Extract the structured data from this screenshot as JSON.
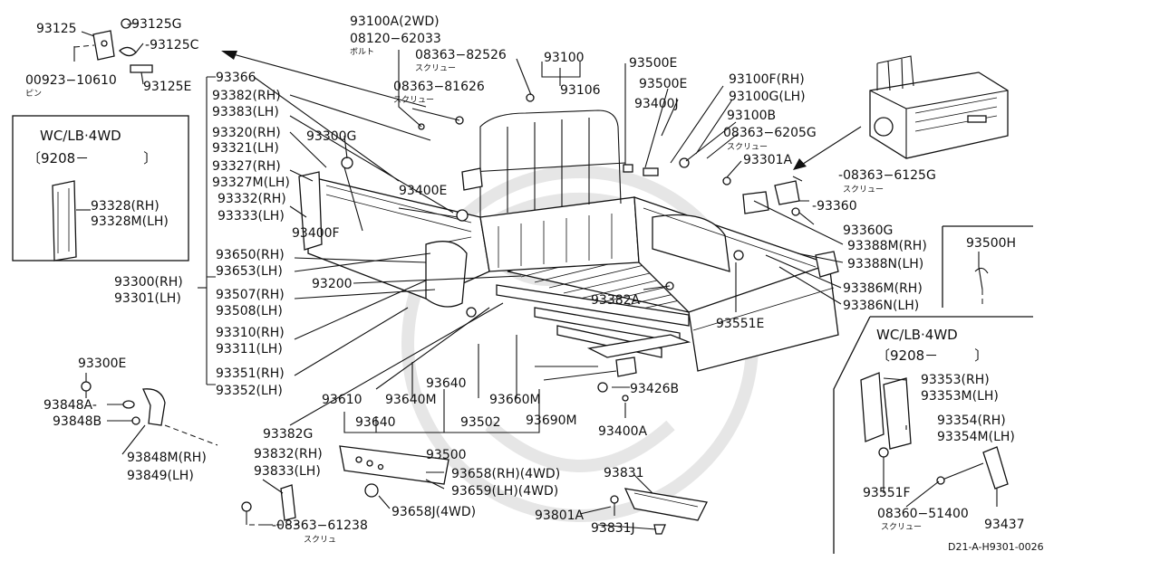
{
  "diagram_code": "D21-A-H9301-0026",
  "box_left": {
    "line1": "WC/LB·4WD",
    "line2": "〔9208－",
    "line2_close": "〕"
  },
  "box_right": {
    "line1": "WC/LB·4WD",
    "line2": "〔9208－",
    "line2_close": "〕"
  },
  "labels": {
    "p93125": "93125",
    "p93125G": "93125G",
    "p93125C": "93125C",
    "p00923_10610": "00923−10610",
    "pin": "ピン",
    "p93125E": "93125E",
    "p93100CA": "93100A(2WD)",
    "p08120_62033": "08120−62033",
    "bolt": "ボルト",
    "p08363_82526": "08363−82526",
    "screw1": "スクリュー",
    "p08363_81626": "08363−81626",
    "screw2": "スクリュー",
    "p93100": "93100",
    "p93106": "93106",
    "p93500E_1": "93500E",
    "p93500E_2": "93500E",
    "p93400J": "93400J",
    "p93100F": "93100F(RH)",
    "p93100G": "93100G(LH)",
    "p93100B": "93100B",
    "p08363_6205G": "08363−6205G",
    "screw3": "スクリュー",
    "p93301A": "93301A",
    "p08363_6125G": "08363−6125G",
    "screw4": "スクリュー",
    "p93360": "93360",
    "p93360G": "93360G",
    "p93388M": "93388M(RH)",
    "p93388N": "93388N(LH)",
    "p93386M": "93386M(RH)",
    "p93386N": "93386N(LH)",
    "p93500H": "93500H",
    "p93366": "93366",
    "p93382RH": "93382(RH)",
    "p93383LH": "93383(LH)",
    "p93320RH": "93320(RH)",
    "p93321LH": "93321(LH)",
    "p93327RH": "93327(RH)",
    "p93327MLH": "93327M(LH)",
    "p93332RH": "93332(RH)",
    "p93333LH": "93333(LH)",
    "p93650RH": "93650(RH)",
    "p93653LH": "93653(LH)",
    "p93507RH": "93507(RH)",
    "p93508LH": "93508(LH)",
    "p93310RH": "93310(RH)",
    "p93311LH": "93311(LH)",
    "p93351RH": "93351(RH)",
    "p93352LH": "93352(LH)",
    "p93300RH": "93300(RH)",
    "p93301LH": "93301(LH)",
    "p93300G": "93300G",
    "p93400E": "93400E",
    "p93400F": "93400F",
    "p93200": "93200",
    "p93382A": "93382A",
    "p93551E": "93551E",
    "p93328RH": "93328(RH)",
    "p93328MLH": "93328M(LH)",
    "p93300E": "93300E",
    "p93848A": "93848A",
    "p93848B": "93848B",
    "p93848MRH": "93848M(RH)",
    "p93849LH": "93849(LH)",
    "p93382G": "93382G",
    "p93610": "93610",
    "p93640": "93640",
    "p93640M": "93640M",
    "p93640b": "93640",
    "p93502": "93502",
    "p93660M": "93660M",
    "p93690M": "93690M",
    "p93500": "93500",
    "p93426B": "93426B",
    "p93400A": "93400A",
    "p93832RH": "93832(RH)",
    "p93833LH": "93833(LH)",
    "p93658": "93658(RH)(4WD)",
    "p93659": "93659(LH)(4WD)",
    "p93658J": "93658J(4WD)",
    "p08363_61238": "08363−61238",
    "screw5": "スクリュ",
    "p93831": "93831",
    "p93801A": "93801A",
    "p93831J": "93831J",
    "p93353RH": "93353(RH)",
    "p93353MLH": "93353M(LH)",
    "p93354RH": "93354(RH)",
    "p93354MLH": "93354M(LH)",
    "p93551F": "93551F",
    "p08360_51400": "08360−51400",
    "screw6": "スクリュー",
    "p93437": "93437"
  }
}
